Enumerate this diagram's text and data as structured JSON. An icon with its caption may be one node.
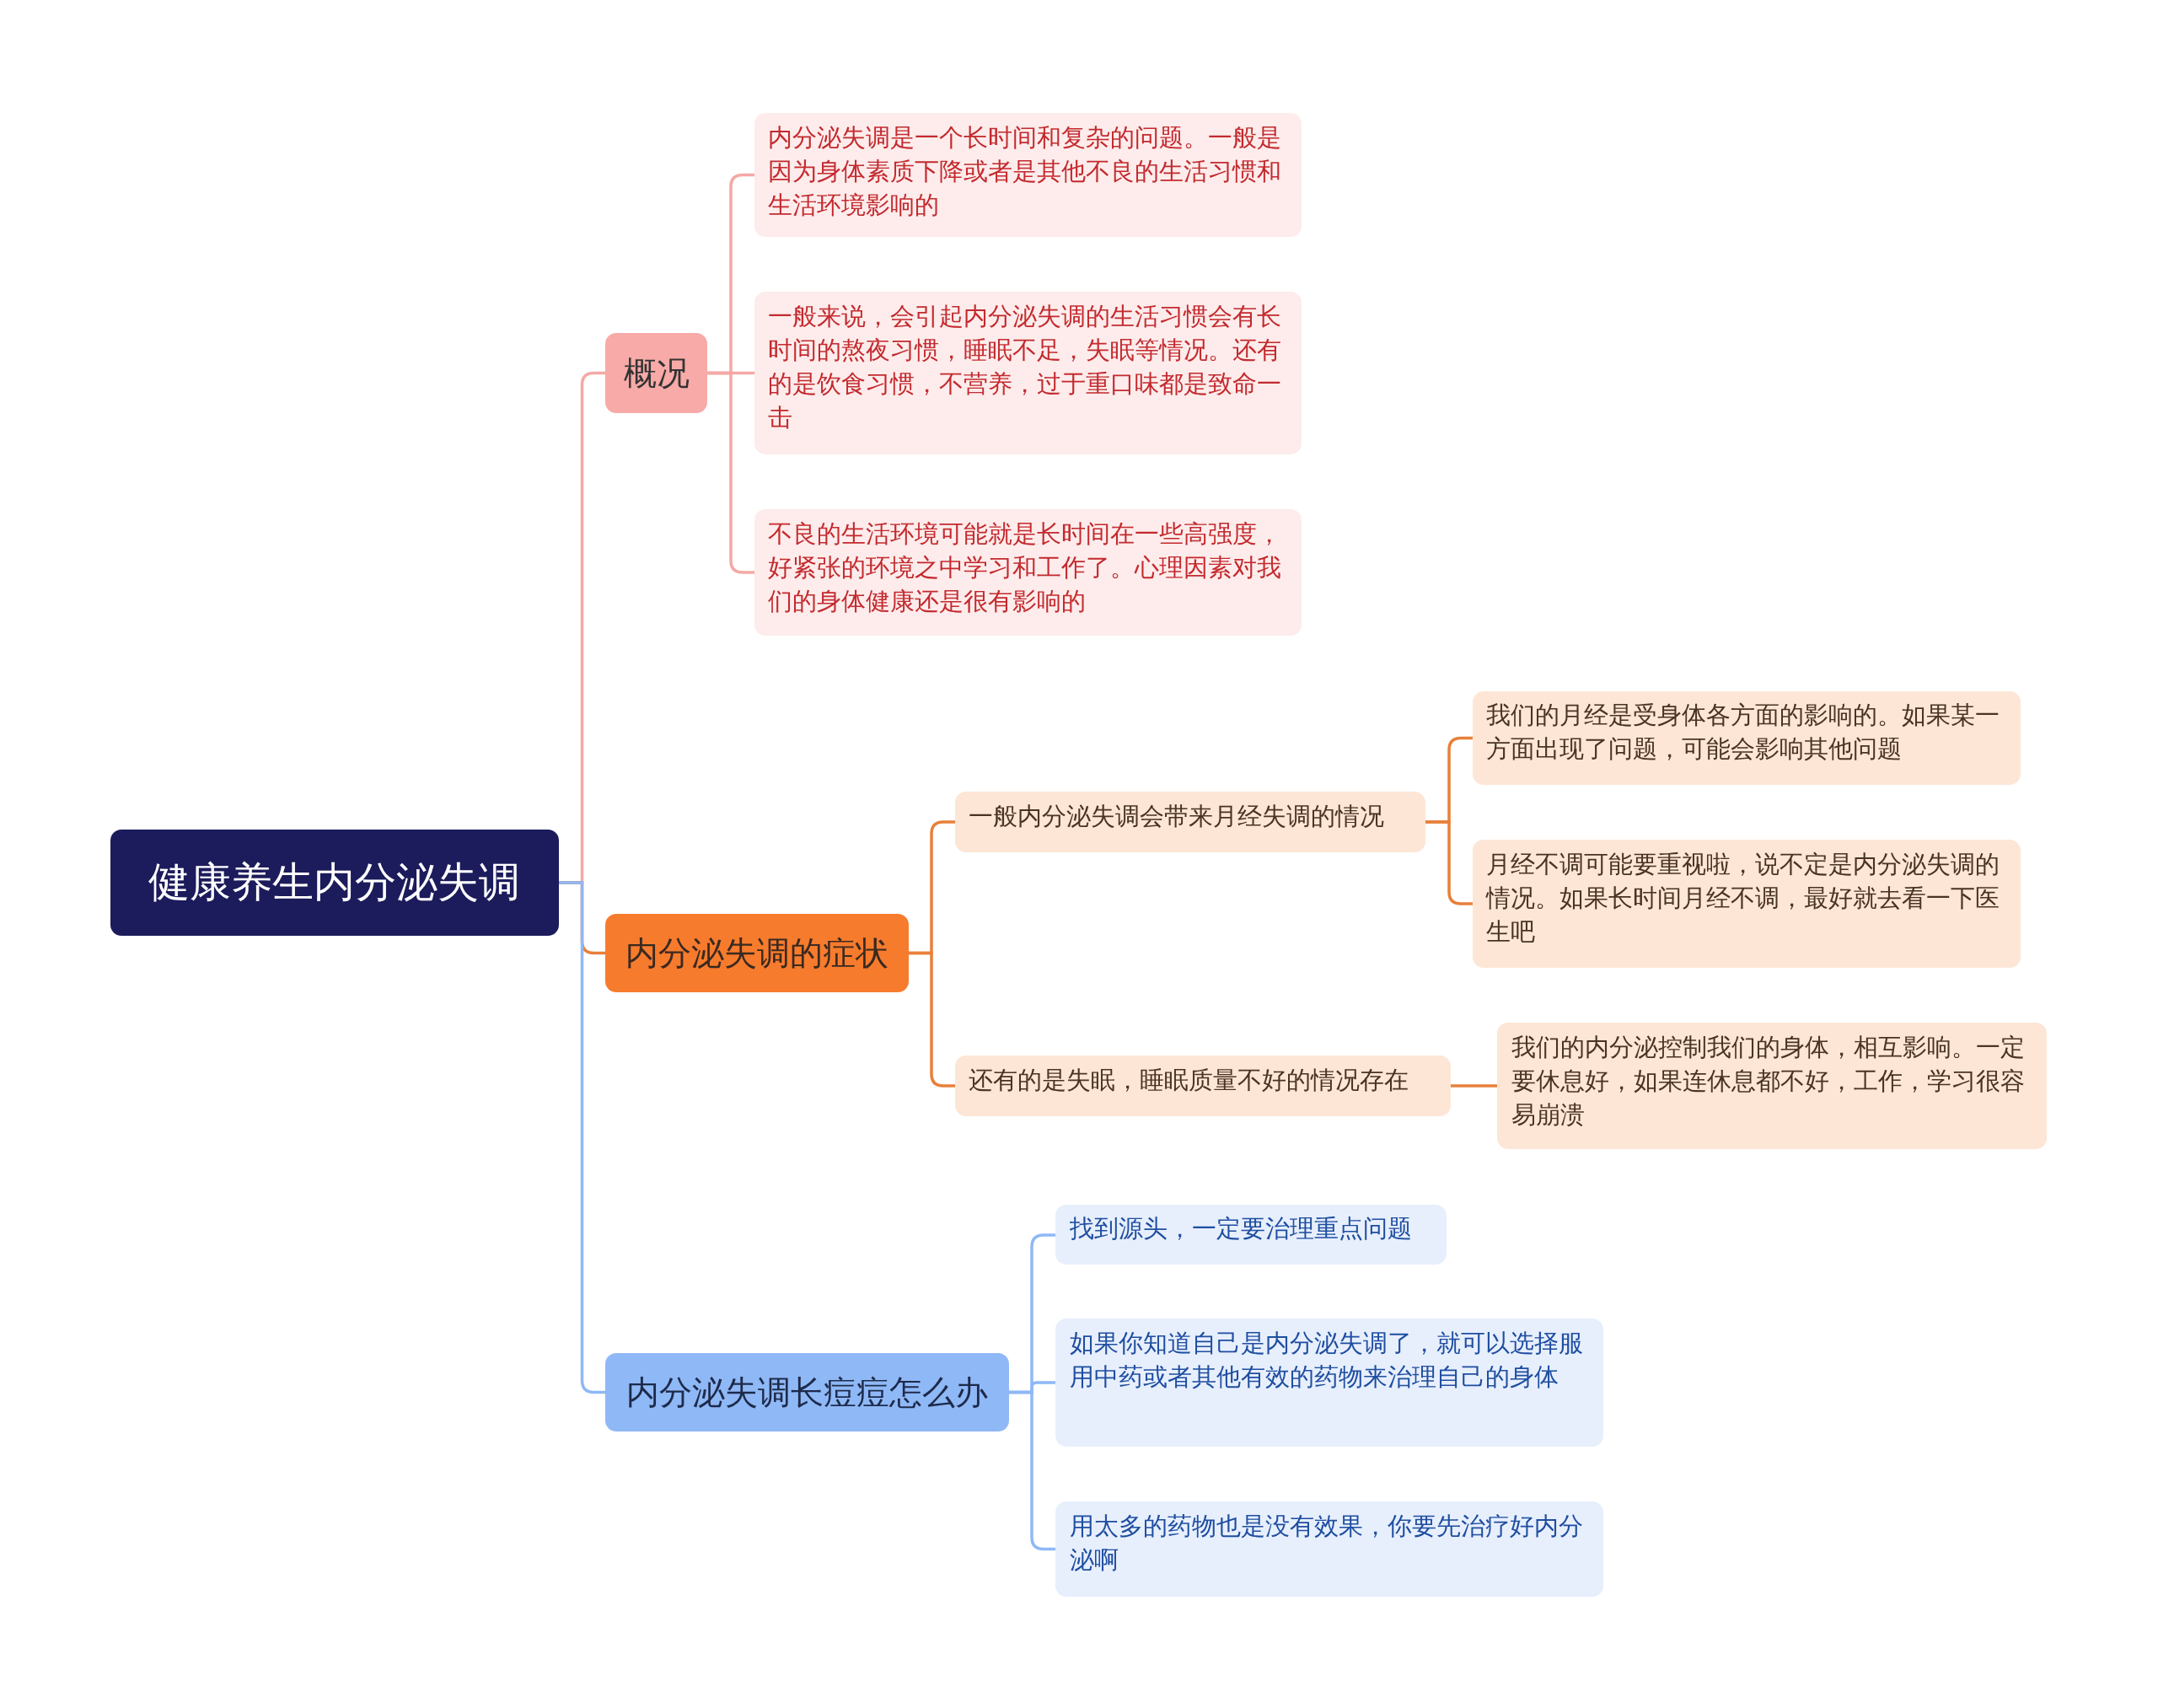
{
  "diagram": {
    "nodes": [
      {
        "text": [
          "健康养生内分泌失调"
        ]
      },
      {
        "text": [
          "概况"
        ]
      },
      {
        "text": [
          "内分泌失调是一个长时间和复杂的问题。一般是因为身体素质下降或者是其他不良的生活习惯和生活环境影响的"
        ]
      },
      {
        "text": [
          "一般来说，会引起内分泌失调的生活习惯会有长时间的熬夜习惯，睡眠不足，失眠等情况。还有的是饮食习惯，不营养，过于重口味都是致命一击"
        ]
      },
      {
        "text": [
          "不良的生活环境可能就是长时间在一些高强度，好紧张的环境之中学习和工作了。心理因素对我们的身体健康还是很有影响的"
        ]
      },
      {
        "text": [
          "内分泌失调的症状"
        ]
      },
      {
        "text": [
          "一般内分泌失调会带来月经失调的情况"
        ]
      },
      {
        "text": [
          "我们的月经是受身体各方面的影响的。如果某一方面出现了问题，可能会影响其他问题"
        ]
      },
      {
        "text": [
          "月经不调可能要重视啦，说不定是内分泌失调的情况。如果长时间月经不调，最好就去看一下医生吧"
        ]
      },
      {
        "text": [
          "还有的是失眠，睡眠质量不好的情况存在"
        ]
      },
      {
        "text": [
          "我们的内分泌控制我们的身体，相互影响。一定要休息好，如果连休息都不好，工作，学习很容易崩溃"
        ]
      },
      {
        "text": [
          "内分泌失调长痘痘怎么办"
        ]
      },
      {
        "text": [
          "找到源头，一定要治理重点问题"
        ]
      },
      {
        "text": [
          "如果你知道自己是内分泌失调了，就可以选择服用中药或者其他有效的药物来治理自己的身体"
        ]
      },
      {
        "text": [
          "用太多的药物也是没有效果，你要先治疗好内分泌啊"
        ]
      }
    ],
    "edges": [
      {
        "from": 0,
        "to": 1,
        "arrow": "none",
        "color": "#f4a9a5"
      },
      {
        "from": 1,
        "to": 2,
        "arrow": "none",
        "color": "#f4a9a5"
      },
      {
        "from": 1,
        "to": 3,
        "arrow": "none",
        "color": "#f4a9a5"
      },
      {
        "from": 1,
        "to": 4,
        "arrow": "none",
        "color": "#f4a9a5"
      },
      {
        "from": 0,
        "to": 5,
        "arrow": "none"
      },
      {
        "from": 5,
        "to": 6,
        "arrow": "none"
      },
      {
        "from": 5,
        "to": 9,
        "arrow": "none"
      },
      {
        "from": 6,
        "to": 7,
        "arrow": "none"
      },
      {
        "from": 6,
        "to": 8,
        "arrow": "none"
      },
      {
        "from": 9,
        "to": 10,
        "arrow": "none"
      },
      {
        "from": 0,
        "to": 11,
        "arrow": "none",
        "color": "#8fb8f6"
      },
      {
        "from": 11,
        "to": 12,
        "arrow": "none",
        "color": "#8fb8f6"
      },
      {
        "from": 11,
        "to": 13,
        "arrow": "none",
        "color": "#8fb8f6"
      },
      {
        "from": 11,
        "to": 14,
        "arrow": "none",
        "color": "#8fb8f6"
      }
    ]
  }
}
